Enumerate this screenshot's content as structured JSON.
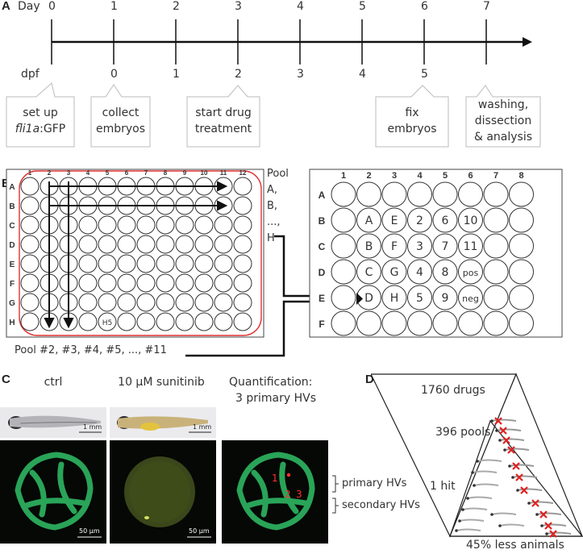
{
  "panelA": {
    "label": "A",
    "day_label": "Day",
    "days": [
      "0",
      "1",
      "2",
      "3",
      "4",
      "5",
      "6",
      "7"
    ],
    "dpf_label": "dpf",
    "dpf": [
      "0",
      "1",
      "2",
      "3",
      "4",
      "5"
    ],
    "callouts": [
      {
        "line1": "set up",
        "line2_italic": "fli1a",
        "line2_rest": ":GFP"
      },
      {
        "line1": "collect",
        "line2": "embryos"
      },
      {
        "line1": "start drug",
        "line2": "treatment"
      },
      {
        "line1": "fix",
        "line2": "embryos"
      },
      {
        "line1": "washing,",
        "line2": "dissection",
        "line3": "& analysis"
      }
    ]
  },
  "panelB": {
    "label": "B",
    "cols96": [
      "1",
      "2",
      "3",
      "4",
      "5",
      "6",
      "7",
      "8",
      "9",
      "10",
      "11",
      "12"
    ],
    "rows96": [
      "A",
      "B",
      "C",
      "D",
      "E",
      "F",
      "G",
      "H"
    ],
    "h5_label": "H5",
    "pool_text": [
      "Pool",
      "A,",
      "B,",
      "...,",
      "H"
    ],
    "pool_bottom": "Pool #2, #3, #4, #5, ..., #11",
    "cols48": [
      "1",
      "2",
      "3",
      "4",
      "5",
      "6",
      "7",
      "8"
    ],
    "rows48": [
      "A",
      "B",
      "C",
      "D",
      "E",
      "F"
    ],
    "well_labels": {
      "B2": "A",
      "B3": "E",
      "B4": "2",
      "B5": "6",
      "B6": "10",
      "C2": "B",
      "C3": "F",
      "C4": "3",
      "C5": "7",
      "C6": "11",
      "D2": "C",
      "D3": "G",
      "D4": "4",
      "D5": "8",
      "D6": "pos",
      "E2": "D",
      "E3": "H",
      "E4": "5",
      "E5": "9",
      "E6": "neg"
    }
  },
  "panelC": {
    "label": "C",
    "titles": [
      "ctrl",
      "10 µM sunitinib",
      "Quantification:"
    ],
    "subtitle": "3 primary HVs",
    "scale_top": "1 mm",
    "scale_bottom": "50 µm",
    "numbers": [
      "1",
      "2",
      "3"
    ],
    "brackets": [
      "primary HVs",
      "secondary HVs"
    ]
  },
  "panelD": {
    "label": "D",
    "levels": [
      "1760 drugs",
      "396 pools",
      "1 hit"
    ],
    "bottom": "45% less animals"
  }
}
